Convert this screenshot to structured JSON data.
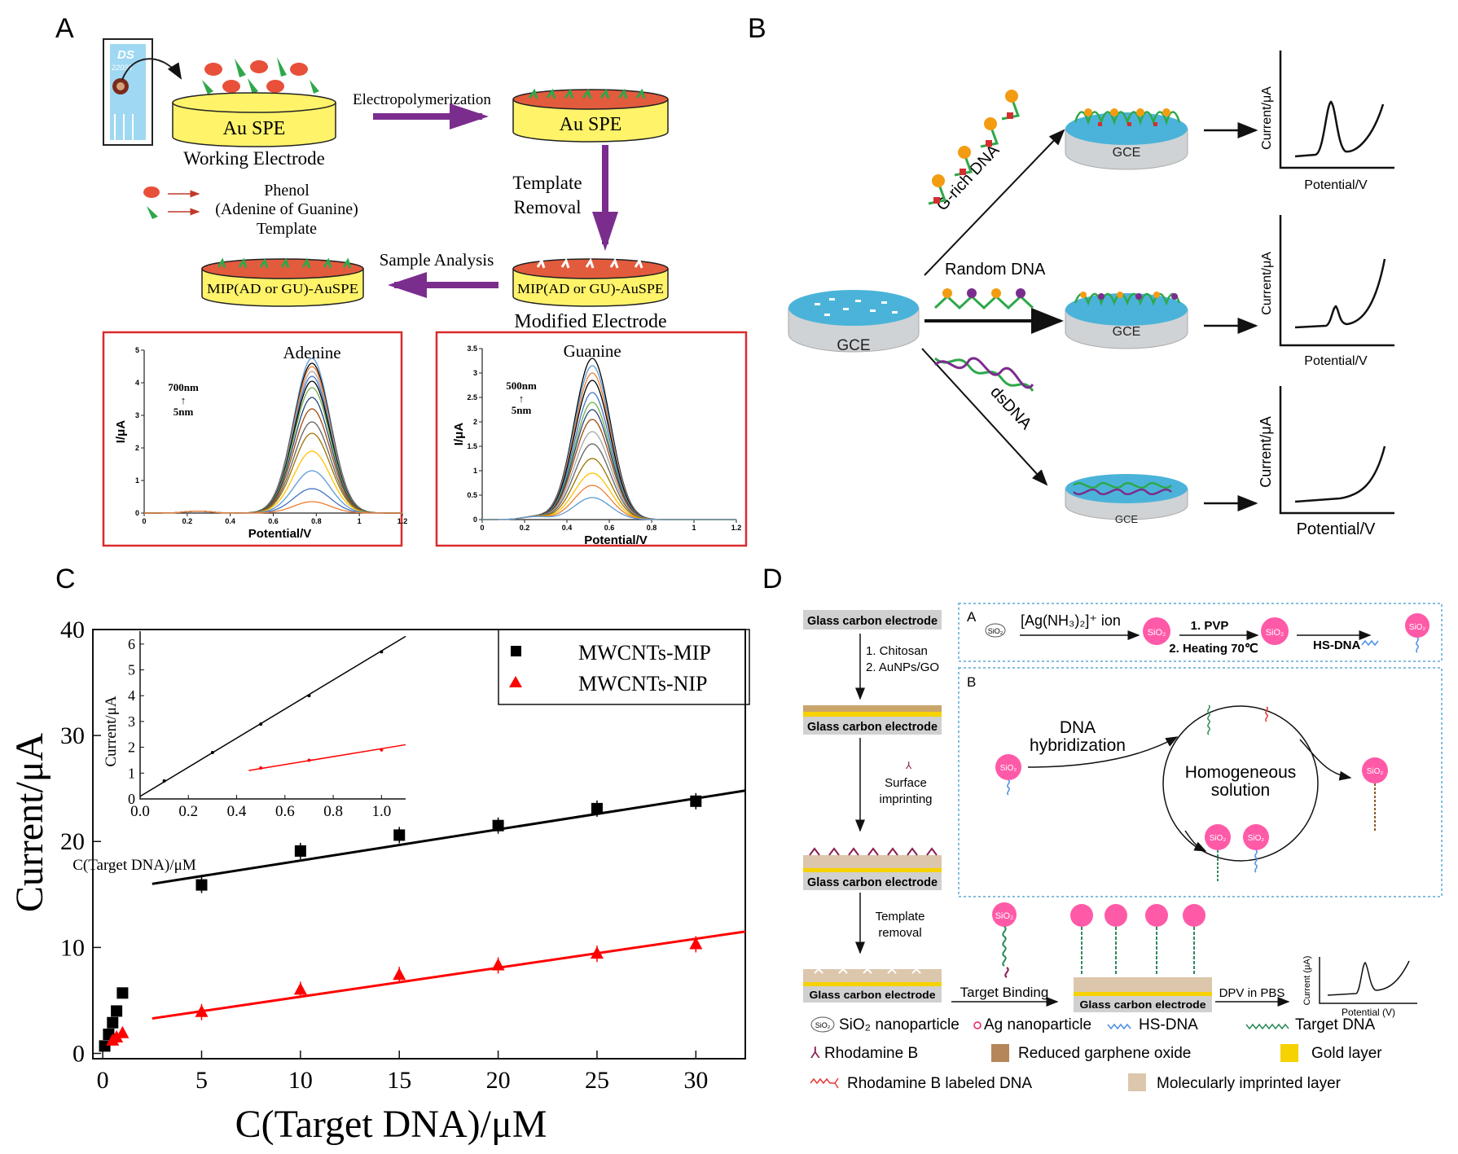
{
  "panel_labels": [
    "A",
    "B",
    "C",
    "D"
  ],
  "panelA": {
    "chip_text": [
      "DS",
      "220ST"
    ],
    "electrode": "Au SPE",
    "working_electrode": "Working Electrode",
    "step1": "Electropolymerization",
    "step2": [
      "Template",
      "Removal"
    ],
    "step3": "Sample Analysis",
    "legend": [
      "Phenol",
      "(Adenine of Guanine)",
      "Template"
    ],
    "modified_label": "MIP(AD or GU)-AuSPE",
    "modified_caption": "Modified Electrode",
    "final_label": "MIP(AD or GU)-AuSPE"
  },
  "panelB": {
    "electrode": "GCE",
    "branches": [
      "G-rich DNA",
      "Random DNA",
      "dsDNA"
    ],
    "ylabel": "Current/μA",
    "xlabel": "Potential/V"
  },
  "panelD": {
    "steps": [
      "Glass carbon electrode",
      "Glass carbon electrode",
      "Glass carbon electrode",
      "Glass carbon electrode",
      "Glass carbon electrode"
    ],
    "reagents1": [
      "1. Chitosan",
      "2. AuNPs/GO"
    ],
    "reagents2": [
      "Surface",
      "imprinting"
    ],
    "reagents3": [
      "Template",
      "removal"
    ],
    "boxA_label": "A",
    "boxB_label": "B",
    "ag_ion": "[Ag(NH₃)₂]⁺ ion",
    "pvp": "1. PVP",
    "heating": "2. Heating 70℃",
    "hsdna": "HS-DNA",
    "sio2": "SiO₂",
    "dna_hyb": [
      "DNA",
      "hybridization"
    ],
    "homog": [
      "Homogeneous",
      "solution"
    ],
    "target_binding": "Target Binding",
    "dpv": "DPV in PBS",
    "mini_ylabel": "Current (μA)",
    "mini_xlabel": "Potential (V)",
    "legend": {
      "sio2": "SiO₂ nanoparticle",
      "ag": "Ag nanoparticle",
      "hs": "HS-DNA",
      "target": "Target DNA",
      "rhod": "Rhodamine B",
      "rgo": "Reduced garphene oxide",
      "gold": "Gold layer",
      "rhod_dna": "Rhodamine B labeled DNA",
      "mil": "Molecularly imprinted layer"
    }
  },
  "colors": {
    "electrode_yellow": "#fff36a",
    "red_border": "#d92b2b",
    "arrow_purple": "#7b2d8e",
    "mip_red": "#e35b3d",
    "gce_blue": "#4bb3d9",
    "d_box": "#5aa9d6"
  },
  "chart_data": [
    {
      "type": "line",
      "title": "Adenine",
      "xlabel": "Potential/V",
      "ylabel": "I/μA",
      "xlim": [
        0,
        1.2
      ],
      "ylim": [
        0,
        5
      ],
      "xticks": [
        "0",
        "0.2",
        "0.4",
        "0.6",
        "0.8",
        "1",
        "1.2"
      ],
      "yticks": [
        "0",
        "1",
        "2",
        "3",
        "4",
        "5"
      ],
      "annotation": [
        "700nm",
        "↑",
        "5nm"
      ],
      "peak_x": 0.78,
      "peak_values": [
        4.75,
        4.6,
        4.5,
        4.35,
        4.2,
        4.05,
        3.85,
        3.55,
        3.2,
        2.8,
        2.45,
        1.9,
        1.3,
        0.75,
        0.35
      ],
      "colors": [
        "#5b9bd5",
        "#000000",
        "#ed7d31",
        "#a5a5a5",
        "#4472c4",
        "#000000",
        "#70ad47",
        "#264478",
        "#9e480e",
        "#636363",
        "#997300",
        "#ffc000",
        "#5b9bd5",
        "#4472c4",
        "#ed7d31"
      ]
    },
    {
      "type": "line",
      "title": "Guanine",
      "xlabel": "Potential/V",
      "ylabel": "I/μA",
      "xlim": [
        0,
        1.2
      ],
      "ylim": [
        0,
        3.5
      ],
      "xticks": [
        "0",
        "0.2",
        "0.4",
        "0.6",
        "0.8",
        "1",
        "1.2"
      ],
      "yticks": [
        "0",
        "0.5",
        "1",
        "1.5",
        "2",
        "2.5",
        "3",
        "3.5"
      ],
      "annotation": [
        "500nm",
        "↑",
        "5nm"
      ],
      "peak_x": 0.52,
      "peak_values": [
        3.3,
        3.15,
        3.0,
        2.85,
        2.6,
        2.4,
        2.25,
        2.05,
        1.8,
        1.55,
        1.25,
        0.95,
        0.7,
        0.45
      ],
      "colors": [
        "#000000",
        "#5b9bd5",
        "#ed7d31",
        "#000000",
        "#4472c4",
        "#70ad47",
        "#264478",
        "#9e480e",
        "#a5a5a5",
        "#636363",
        "#997300",
        "#ffc000",
        "#ed7d31",
        "#5b9bd5"
      ]
    },
    {
      "type": "scatter",
      "xlabel": "C(Target DNA)/μM",
      "ylabel": "Current/μA",
      "xlim": [
        -0.5,
        32.5
      ],
      "ylim": [
        -0.5,
        40
      ],
      "xticks": [
        0,
        5,
        10,
        15,
        20,
        25,
        30
      ],
      "yticks": [
        0,
        10,
        20,
        30,
        40
      ],
      "series": [
        {
          "name": "MWCNTs-MIP",
          "color": "#000000",
          "marker": "square",
          "x": [
            0.1,
            0.3,
            0.5,
            0.7,
            1.0,
            5,
            10,
            15,
            20,
            25,
            30
          ],
          "y": [
            0.7,
            1.8,
            2.9,
            4.0,
            5.7,
            15.9,
            19.1,
            20.6,
            21.5,
            23.1,
            23.8
          ],
          "fit": {
            "x": [
              2.5,
              32.5
            ],
            "y": [
              16.0,
              24.8
            ]
          }
        },
        {
          "name": "MWCNTs-NIP",
          "color": "#ff0000",
          "marker": "triangle",
          "x": [
            0.5,
            0.7,
            1.0,
            5,
            10,
            15,
            20,
            25,
            30
          ],
          "y": [
            1.2,
            1.5,
            1.9,
            3.9,
            6.0,
            7.4,
            8.3,
            9.4,
            10.3
          ],
          "fit": {
            "x": [
              2.5,
              32.5
            ],
            "y": [
              3.3,
              11.5
            ]
          }
        }
      ],
      "inset": {
        "xlabel": "C(Target DNA)/μM",
        "ylabel": "Current/μA",
        "xlim": [
          0,
          1.1
        ],
        "ylim": [
          0,
          6.5
        ],
        "xticks": [
          "0.0",
          "0.2",
          "0.4",
          "0.6",
          "0.8",
          "1.0"
        ],
        "yticks": [
          "0",
          "1",
          "2",
          "3",
          "4",
          "5",
          "6"
        ],
        "mip": {
          "x": [
            0.1,
            0.3,
            0.5,
            0.7,
            1.0
          ],
          "y": [
            0.7,
            1.8,
            2.9,
            4.0,
            5.7
          ],
          "fit": [
            [
              0,
              0.1
            ],
            [
              1.1,
              6.3
            ]
          ]
        },
        "nip": {
          "x": [
            0.5,
            0.7,
            1.0
          ],
          "y": [
            1.2,
            1.5,
            1.9
          ],
          "fit": [
            [
              0.45,
              1.1
            ],
            [
              1.1,
              2.1
            ]
          ]
        }
      }
    }
  ]
}
